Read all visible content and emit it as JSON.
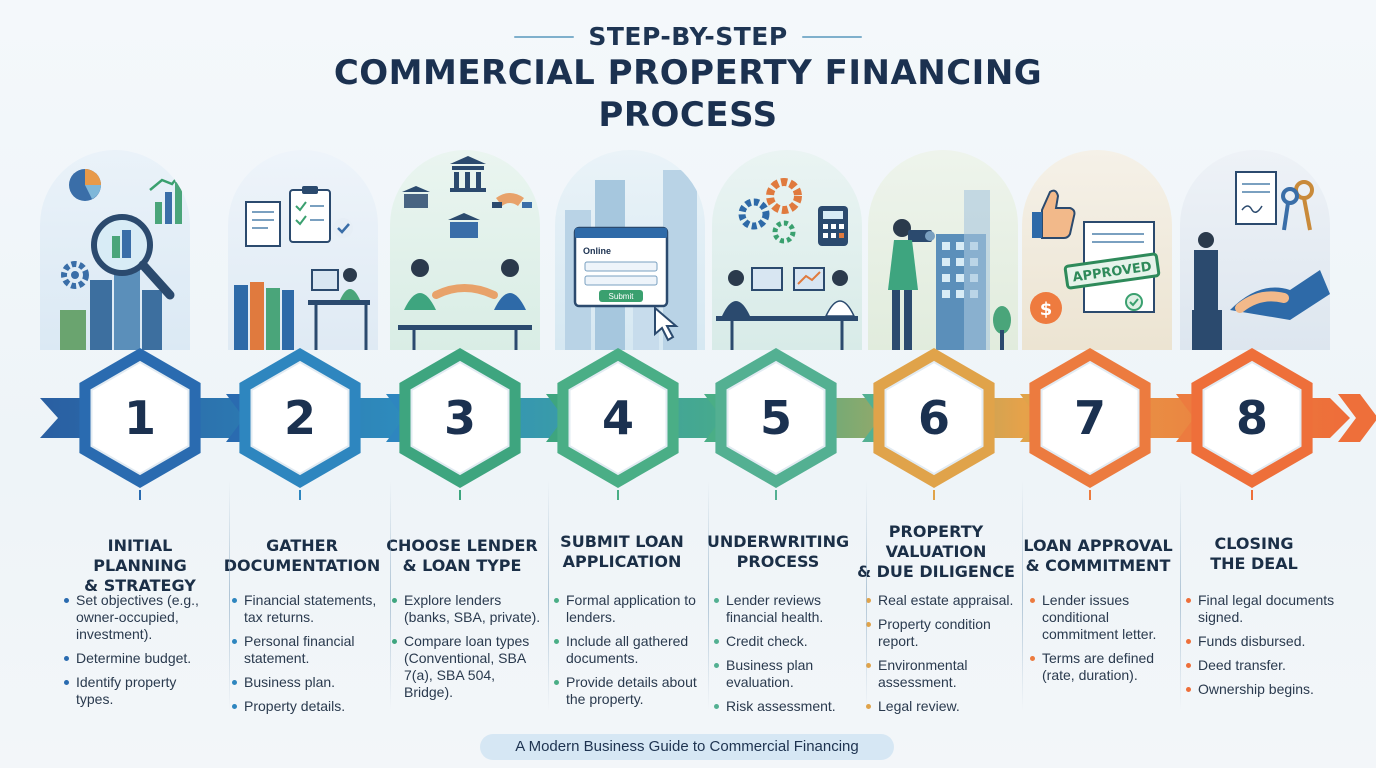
{
  "header": {
    "kicker": "STEP-BY-STEP",
    "title_line1": "COMMERCIAL PROPERTY FINANCING",
    "title_line2": "PROCESS"
  },
  "colors": {
    "step1": "#2a6bb0",
    "step2": "#2e86bf",
    "step3": "#3ea57f",
    "step4": "#4aae86",
    "step5": "#53b092",
    "step6": "#e0a34a",
    "step7": "#ec7b3f",
    "step8": "#ee6f3a",
    "title": "#1b3150"
  },
  "illustration_labels": {
    "online": "Online",
    "submit": "Submit",
    "approved": "APPROVED"
  },
  "steps": [
    {
      "number": "1",
      "title_lines": [
        "INITIAL PLANNING",
        "& STRATEGY"
      ],
      "bullets": [
        "Set objectives (e.g., owner-occupied, investment).",
        "Determine budget.",
        "Identify property types."
      ],
      "icons": [
        "pie-chart-icon",
        "magnifier-icon",
        "buildings-icon",
        "gear-icon",
        "growth-chart-icon"
      ]
    },
    {
      "number": "2",
      "title_lines": [
        "GATHER",
        "DOCUMENTATION"
      ],
      "bullets": [
        "Financial statements, tax returns.",
        "Personal financial statement.",
        "Business plan.",
        "Property details."
      ],
      "icons": [
        "document-icon",
        "checklist-icon",
        "binders-icon",
        "woman-at-desk-icon"
      ]
    },
    {
      "number": "3",
      "title_lines": [
        "CHOOSE LENDER",
        "& LOAN TYPE"
      ],
      "bullets": [
        "Explore lenders (banks, SBA, private).",
        "Compare loan types (Conventional, SBA 7(a), SBA 504, Bridge)."
      ],
      "icons": [
        "bank-icon",
        "handshake-icon",
        "meeting-icon"
      ]
    },
    {
      "number": "4",
      "title_lines": [
        "SUBMIT LOAN",
        "APPLICATION"
      ],
      "bullets": [
        "Formal application to lenders.",
        "Include all gathered documents.",
        "Provide details about the property."
      ],
      "icons": [
        "online-form-icon",
        "cursor-icon",
        "skyscraper-icon"
      ]
    },
    {
      "number": "5",
      "title_lines": [
        "UNDERWRITING",
        "PROCESS"
      ],
      "bullets": [
        "Lender reviews financial health.",
        "Credit check.",
        "Business plan evaluation.",
        "Risk assessment."
      ],
      "icons": [
        "gears-icon",
        "calculator-icon",
        "office-team-icon"
      ]
    },
    {
      "number": "6",
      "title_lines": [
        "PROPERTY",
        "VALUATION",
        "& DUE DILIGENCE"
      ],
      "bullets": [
        "Real estate appraisal.",
        "Property condition report.",
        "Environmental assessment.",
        "Legal review."
      ],
      "icons": [
        "photographer-icon",
        "building-icon",
        "tree-icon"
      ]
    },
    {
      "number": "7",
      "title_lines": [
        "LOAN APPROVAL",
        "& COMMITMENT"
      ],
      "bullets": [
        "Lender issues conditional commitment letter.",
        "Terms are defined (rate, duration)."
      ],
      "icons": [
        "thumbs-up-icon",
        "approved-stamp-icon",
        "dollar-coin-icon"
      ]
    },
    {
      "number": "8",
      "title_lines": [
        "CLOSING",
        "THE DEAL"
      ],
      "bullets": [
        "Final legal documents signed.",
        "Funds disbursed.",
        "Deed transfer.",
        "Ownership begins."
      ],
      "icons": [
        "signed-document-icon",
        "keys-icon",
        "handshake-icon"
      ]
    }
  ],
  "footer": "A Modern Business Guide to Commercial Financing"
}
